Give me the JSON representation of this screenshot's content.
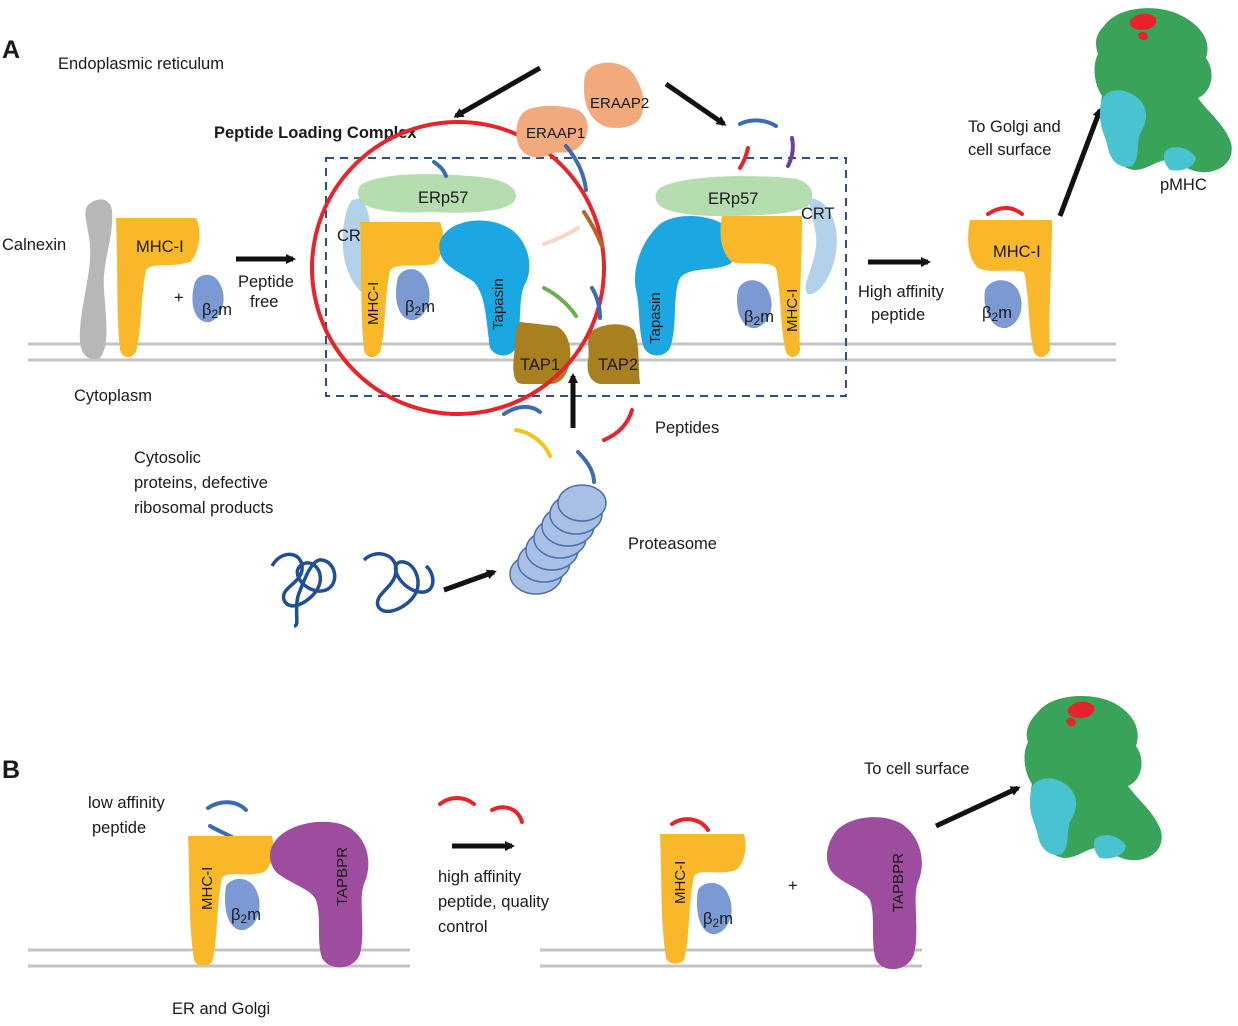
{
  "panel_a": {
    "label": "A",
    "er_title": "Endoplasmic reticulum",
    "plc_title": "Peptide Loading Complex",
    "cytoplasm": "Cytoplasm",
    "calnexin": "Calnexin",
    "mhc": "MHC-I",
    "b2m": "2m",
    "beta": "β",
    "plus": "+",
    "peptide_free_1": "Peptide",
    "peptide_free_2": "free",
    "erp57": "ERp57",
    "crt": "CRT",
    "tapasin": "Tapasin",
    "tap1": "TAP1",
    "tap2": "TAP2",
    "eraap1": "ERAAP1",
    "eraap2": "ERAAP2",
    "high_affinity_1": "High affinity",
    "high_affinity_2": "peptide",
    "to_golgi_1": "To Golgi and",
    "to_golgi_2": "cell surface",
    "pmhc": "pMHC",
    "peptides": "Peptides",
    "cytosolic_1": "Cytosolic",
    "cytosolic_2": "proteins, defective",
    "cytosolic_3": "ribosomal products",
    "proteasome": "Proteasome"
  },
  "panel_b": {
    "label": "B",
    "low_affinity_1": "low affinity",
    "low_affinity_2": "peptide",
    "mhc": "MHC-I",
    "b2m": "2m",
    "beta": "β",
    "tapbpr": "TAPBPR",
    "high_affinity_1": "high affinity",
    "high_affinity_2": "peptide, quality",
    "high_affinity_3": "control",
    "plus": "+",
    "to_cell_surface": "To cell surface",
    "er_golgi": "ER and Golgi"
  },
  "colors": {
    "mhc": "#f9b82a",
    "b2m": "#7b9ad3",
    "calnexin": "#b7b7b7",
    "erp57": "#b5ddb0",
    "crt": "#b3d1ea",
    "tapasin": "#1ba7e1",
    "tap": "#a9801f",
    "eraap": "#f2a97c",
    "tapbpr": "#9e4d9e",
    "plc_circle": "#e8232a",
    "plc_box": "#2f4f86",
    "membrane": "#c3c3c3",
    "peptide_blue": "#3b6bb5",
    "peptide_red": "#e8232a",
    "peptide_yellow": "#f6c21c",
    "protein_green": "#3aa35a",
    "protein_cyan": "#49c3cf"
  }
}
